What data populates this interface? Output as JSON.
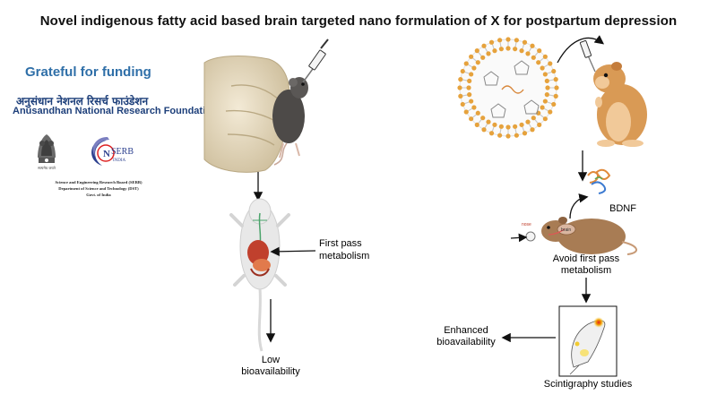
{
  "title": "Novel indigenous fatty acid based brain targeted nano formulation of X for postpartum depression",
  "funding": {
    "heading": "Grateful for funding",
    "hindi_name": "अनुसंधान नेशनल रिसर्च फाउंडेशन",
    "english_name": "Anusandhan National Research Foundation",
    "emblem_caption": "सत्यमेव जयते",
    "serb_logo_text": "SERB",
    "serb_logo_sub": "INDIA",
    "serb_lines": [
      "Science and Engineering Research Board (SERB)",
      "Department of Science and Technology (DST)",
      "Govt. of India"
    ]
  },
  "left_path": {
    "first_pass": "First pass metabolism",
    "first_pass_l1": "First pass",
    "first_pass_l2": "metabolism",
    "low_l1": "Low",
    "low_l2": "bioavailability"
  },
  "right_path": {
    "bdnf": "BDNF",
    "nose": "nose",
    "brain": "brain",
    "avoid_l1": "Avoid first pass",
    "avoid_l2": "metabolism",
    "enhanced_l1": "Enhanced",
    "enhanced_l2": "bioavailability",
    "scintigraphy": "Scintigraphy studies"
  },
  "colors": {
    "funding_blue": "#2f6fa8",
    "lipid_head": "#e6a23c",
    "lipid_tail": "#c9c9c9",
    "hamster": "#d99a55",
    "hamster_light": "#f1c999",
    "rat_brown": "#a87c54",
    "glove": "#e9dcc0",
    "mouse_dark": "#4d4a48",
    "rat_pale": "#e8e8e8",
    "organs_red": "#c0402d",
    "hotspot": "#f2c200"
  }
}
